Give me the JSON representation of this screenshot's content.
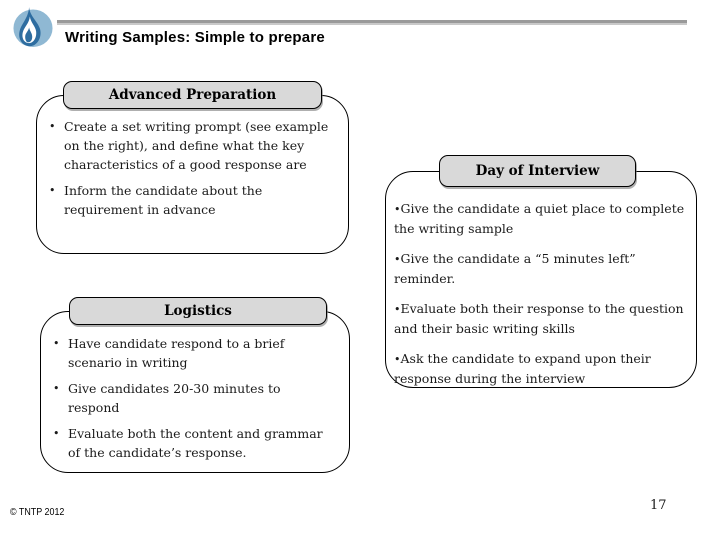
{
  "title": "Writing Samples: Simple to prepare",
  "glyphs": {
    "bullet": "•"
  },
  "panels": {
    "advanced_preparation": {
      "title": "Advanced Preparation",
      "bullets": [
        "Create a set writing prompt (see example on the right), and define what the key characteristics of a good response are",
        "Inform the candidate about the requirement in advance"
      ]
    },
    "logistics": {
      "title": "Logistics",
      "bullets": [
        "Have candidate respond to a brief scenario in writing",
        "Give candidates 20-30 minutes to respond",
        "Evaluate both the content and grammar of the candidate’s response."
      ]
    },
    "day_of_interview": {
      "title": "Day of Interview",
      "bullets": [
        "Give the candidate a quiet place to complete the writing sample",
        "Give the candidate a “5 minutes left” reminder.",
        "Evaluate both their response to the question and their basic writing skills",
        "Ask the candidate to expand upon their response during the interview"
      ]
    }
  },
  "footer": {
    "copyright": "© TNTP 2012",
    "page_number": "17"
  },
  "colors": {
    "panel_header_fill": "#d9d9d9",
    "panel_border": "#000000",
    "accent_rule": "#9a9a9a",
    "logo_light_blue": "#8fb8d3",
    "logo_dark_blue": "#2e6da0"
  }
}
